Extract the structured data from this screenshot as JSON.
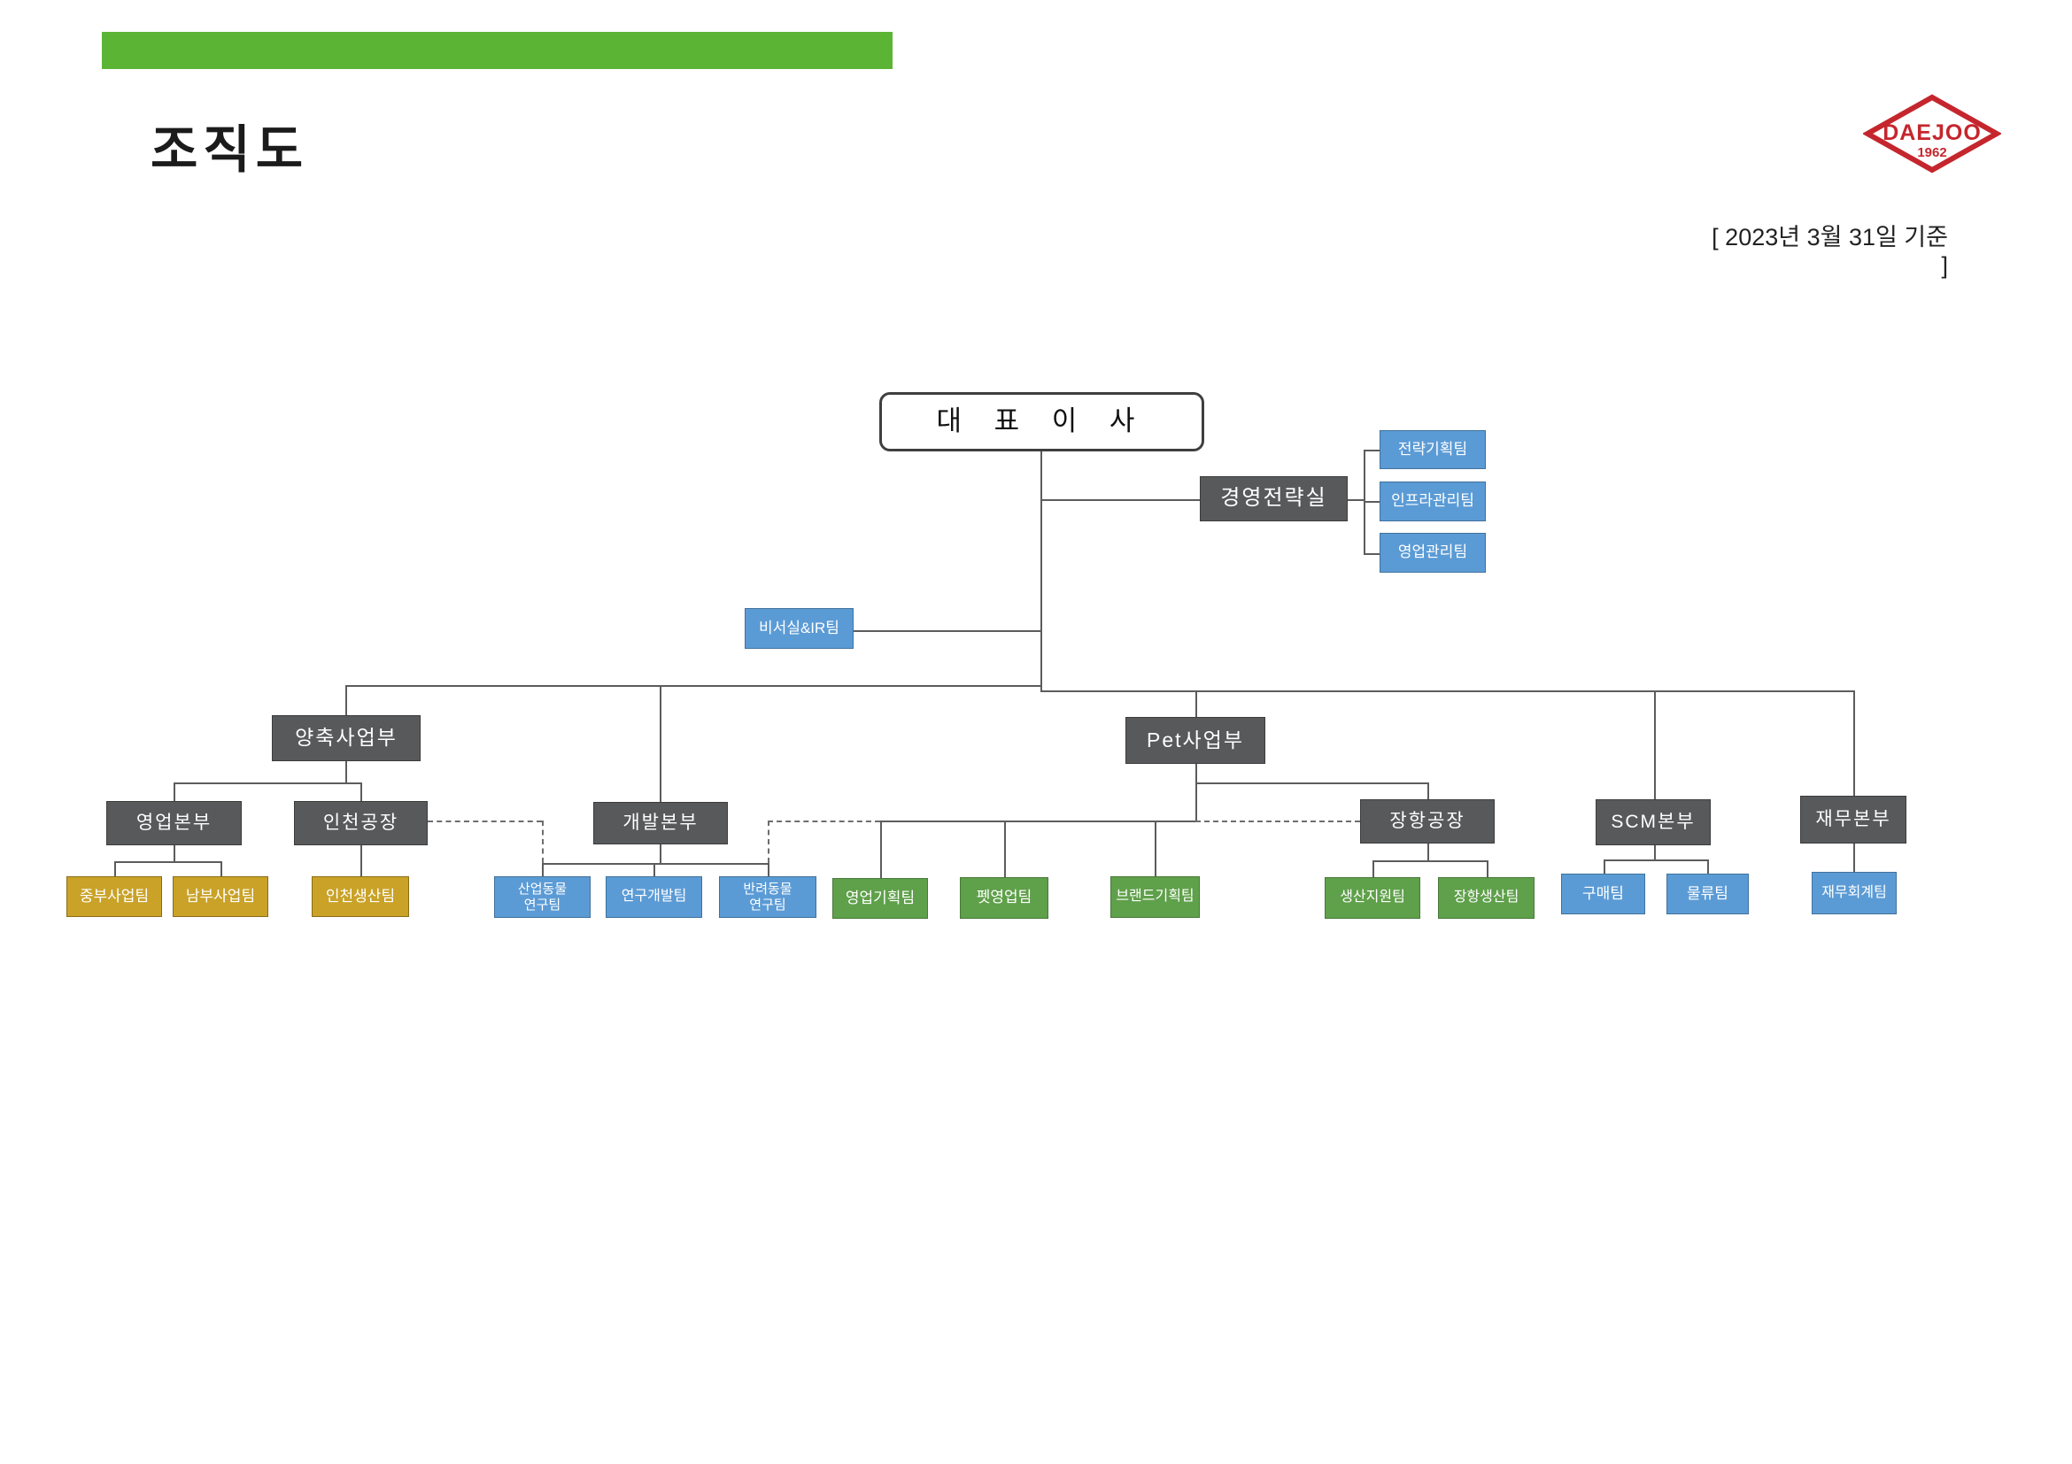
{
  "page": {
    "title": "조직도",
    "date_note": "[ 2023년 3월 31일 기준 ]",
    "logo": {
      "brand": "DAEJOO",
      "year": "1962"
    }
  },
  "colors": {
    "header_bar_green": "#5cb434",
    "node_dark_gray": "#58595b",
    "node_blue": "#5b9bd5",
    "node_green": "#5fa04a",
    "node_gold": "#c9a227",
    "logo_red": "#c5262d",
    "connector_gray": "#5c5c5c"
  },
  "nodes": {
    "ceo": {
      "label": "대 표 이 사"
    },
    "mgmt_office": {
      "label": "경영전략실"
    },
    "strategy_team": {
      "label": "전략기획팀"
    },
    "infra_team": {
      "label": "인프라관리팀"
    },
    "sales_mgmt_team": {
      "label": "영업관리팀"
    },
    "secretary_ir": {
      "label": "비서실&IR팀"
    },
    "livestock_div": {
      "label": "양축사업부"
    },
    "sales_hq": {
      "label": "영업본부"
    },
    "incheon_factory": {
      "label": "인천공장"
    },
    "jungbu_team": {
      "label": "중부사업팀"
    },
    "nambu_team": {
      "label": "남부사업팀"
    },
    "incheon_prod_team": {
      "label": "인천생산팀"
    },
    "dev_hq": {
      "label": "개발본부"
    },
    "industrial_animal_team": {
      "label": "산업동물\n연구팀"
    },
    "rnd_team": {
      "label": "연구개발팀"
    },
    "companion_animal_team": {
      "label": "반려동물\n연구팀"
    },
    "pet_div": {
      "label": "Pet사업부"
    },
    "sales_planning_team": {
      "label": "영업기획팀"
    },
    "pet_sales_team": {
      "label": "펫영업팀"
    },
    "brand_planning_team": {
      "label": "브랜드기획팀"
    },
    "janghang_factory": {
      "label": "장항공장"
    },
    "prod_support_team": {
      "label": "생산지원팀"
    },
    "janghang_prod_team": {
      "label": "장항생산팀"
    },
    "scm_hq": {
      "label": "SCM본부"
    },
    "purchasing_team": {
      "label": "구매팀"
    },
    "logistics_team": {
      "label": "물류팀"
    },
    "finance_hq": {
      "label": "재무본부"
    },
    "finance_acct_team": {
      "label": "재무회계팀"
    }
  }
}
